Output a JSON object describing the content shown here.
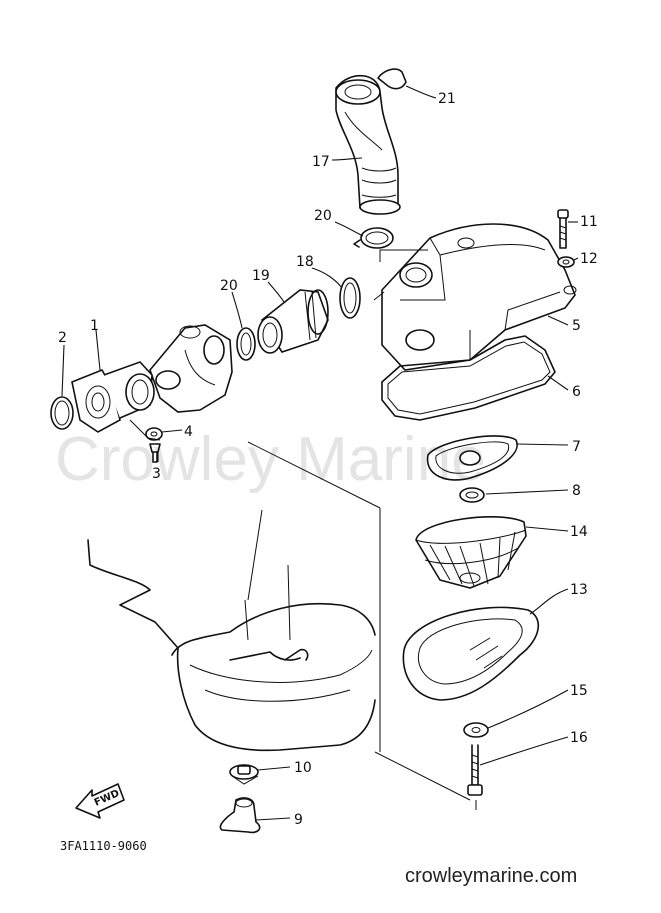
{
  "diagram": {
    "watermark": "Crowley Marine",
    "drawing_code": "3FA1110-9060",
    "website": "crowleymarine.com",
    "fwd_label": "FWD",
    "callouts": [
      "21",
      "17",
      "20",
      "11",
      "12",
      "18",
      "19",
      "20",
      "5",
      "2",
      "1",
      "6",
      "4",
      "3",
      "7",
      "8",
      "14",
      "13",
      "15",
      "16",
      "10",
      "9"
    ]
  }
}
